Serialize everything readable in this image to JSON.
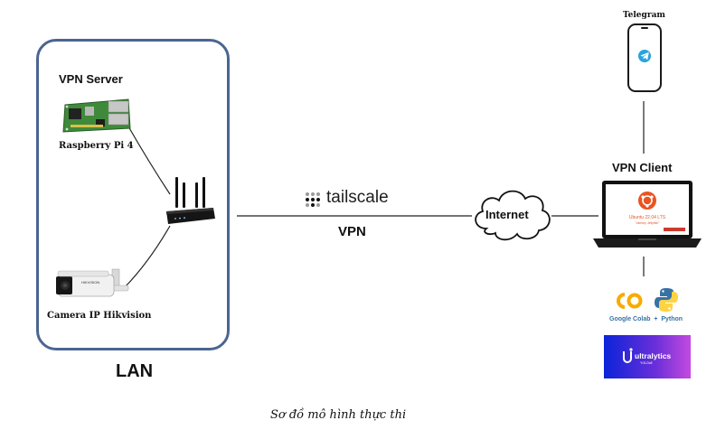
{
  "lan": {
    "title": "LAN"
  },
  "vpn_server": {
    "title": "VPN Server",
    "device_label": "Raspberry Pi 4"
  },
  "camera": {
    "label": "Camera IP Hikvision",
    "brand_text": "HIKVISION"
  },
  "link": {
    "brand": "tailscale",
    "label": "VPN"
  },
  "internet": {
    "label": "Internet"
  },
  "telegram": {
    "label": "Telegram"
  },
  "vpn_client": {
    "title": "VPN Client",
    "os_text": "Ubuntu 22.04 LTS",
    "os_subtext": "\"Jammy Jellyfish\""
  },
  "tools": {
    "colab_logo": "CO",
    "label": "Google Colab  +  Python"
  },
  "ultralytics": {
    "name": "ultralytics",
    "sub": "YOLOv8"
  },
  "caption": "Sơ đồ mô hình thực thi",
  "colors": {
    "lan_border": "#4a6592",
    "telegram_blue": "#2aa3dc",
    "ubuntu_orange": "#e95420",
    "colab_orange": "#f9ab00",
    "python_blue": "#3772a4",
    "python_yellow": "#ffd343",
    "ultralytics_gradient": [
      "#0b23d9",
      "#6b2fd9",
      "#c44adf"
    ]
  }
}
